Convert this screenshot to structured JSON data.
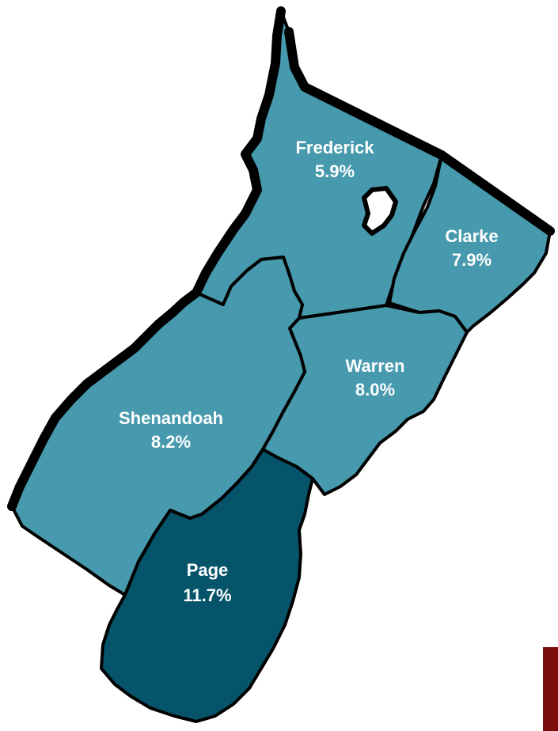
{
  "colors": {
    "county_fill": "#4799ad",
    "highlight_fill": "#05546a",
    "border": "#000000",
    "label_text": "#ffffff",
    "accent_bar": "#7b0c0c"
  },
  "counties": [
    {
      "key": "frederick",
      "name": "Frederick",
      "value": "5.9%",
      "rate": 5.9,
      "highlight": false
    },
    {
      "key": "clarke",
      "name": "Clarke",
      "value": "7.9%",
      "rate": 7.9,
      "highlight": false
    },
    {
      "key": "warren",
      "name": "Warren",
      "value": "8.0%",
      "rate": 8.0,
      "highlight": false
    },
    {
      "key": "shenandoah",
      "name": "Shenandoah",
      "value": "8.2%",
      "rate": 8.2,
      "highlight": false
    },
    {
      "key": "page",
      "name": "Page",
      "value": "11.7%",
      "rate": 11.7,
      "highlight": true
    }
  ]
}
